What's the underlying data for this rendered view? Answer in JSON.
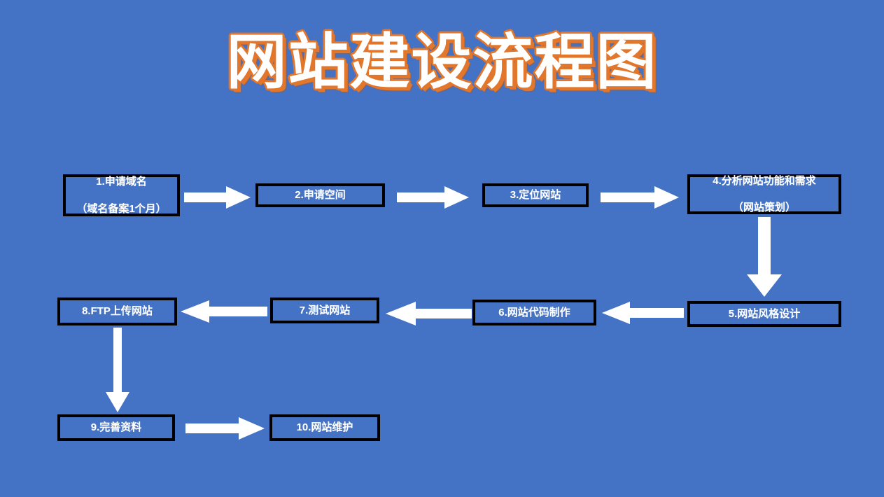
{
  "page": {
    "title": "网站建设流程图",
    "background_color": "#4472C4",
    "title_fill_color": "#FFFFFF",
    "title_outline_color": "#E2762B",
    "box_fill_color": "#4472C4",
    "box_border_color": "#000000",
    "box_text_color": "#FFFFFF",
    "arrow_color": "#FFFFFF"
  },
  "nodes": [
    {
      "id": "n1",
      "label": "1.申请域名\n（域名备案1个月）",
      "line1": "1.申请域名",
      "line2": "（域名备案1个月）"
    },
    {
      "id": "n2",
      "label": "2.申请空间"
    },
    {
      "id": "n3",
      "label": "3.定位网站"
    },
    {
      "id": "n4",
      "label": "4.分析网站功能和需求\n（网站策划）",
      "line1": "4.分析网站功能和需求",
      "line2": "（网站策划）"
    },
    {
      "id": "n5",
      "label": "5.网站风格设计"
    },
    {
      "id": "n6",
      "label": "6.网站代码制作"
    },
    {
      "id": "n7",
      "label": "7.测试网站"
    },
    {
      "id": "n8",
      "label": "8.FTP上传网站"
    },
    {
      "id": "n9",
      "label": "9.完善资料"
    },
    {
      "id": "n10",
      "label": "10.网站维护"
    }
  ],
  "connectors": [
    {
      "id": "a1",
      "from": "n1",
      "to": "n2",
      "direction": "right"
    },
    {
      "id": "a2",
      "from": "n2",
      "to": "n3",
      "direction": "right"
    },
    {
      "id": "a3",
      "from": "n3",
      "to": "n4",
      "direction": "right"
    },
    {
      "id": "a4",
      "from": "n4",
      "to": "n5",
      "direction": "down"
    },
    {
      "id": "a5",
      "from": "n5",
      "to": "n6",
      "direction": "left"
    },
    {
      "id": "a6",
      "from": "n6",
      "to": "n7",
      "direction": "left"
    },
    {
      "id": "a7",
      "from": "n7",
      "to": "n8",
      "direction": "left"
    },
    {
      "id": "a8",
      "from": "n8",
      "to": "n9",
      "direction": "down"
    },
    {
      "id": "a9",
      "from": "n9",
      "to": "n10",
      "direction": "right"
    }
  ]
}
